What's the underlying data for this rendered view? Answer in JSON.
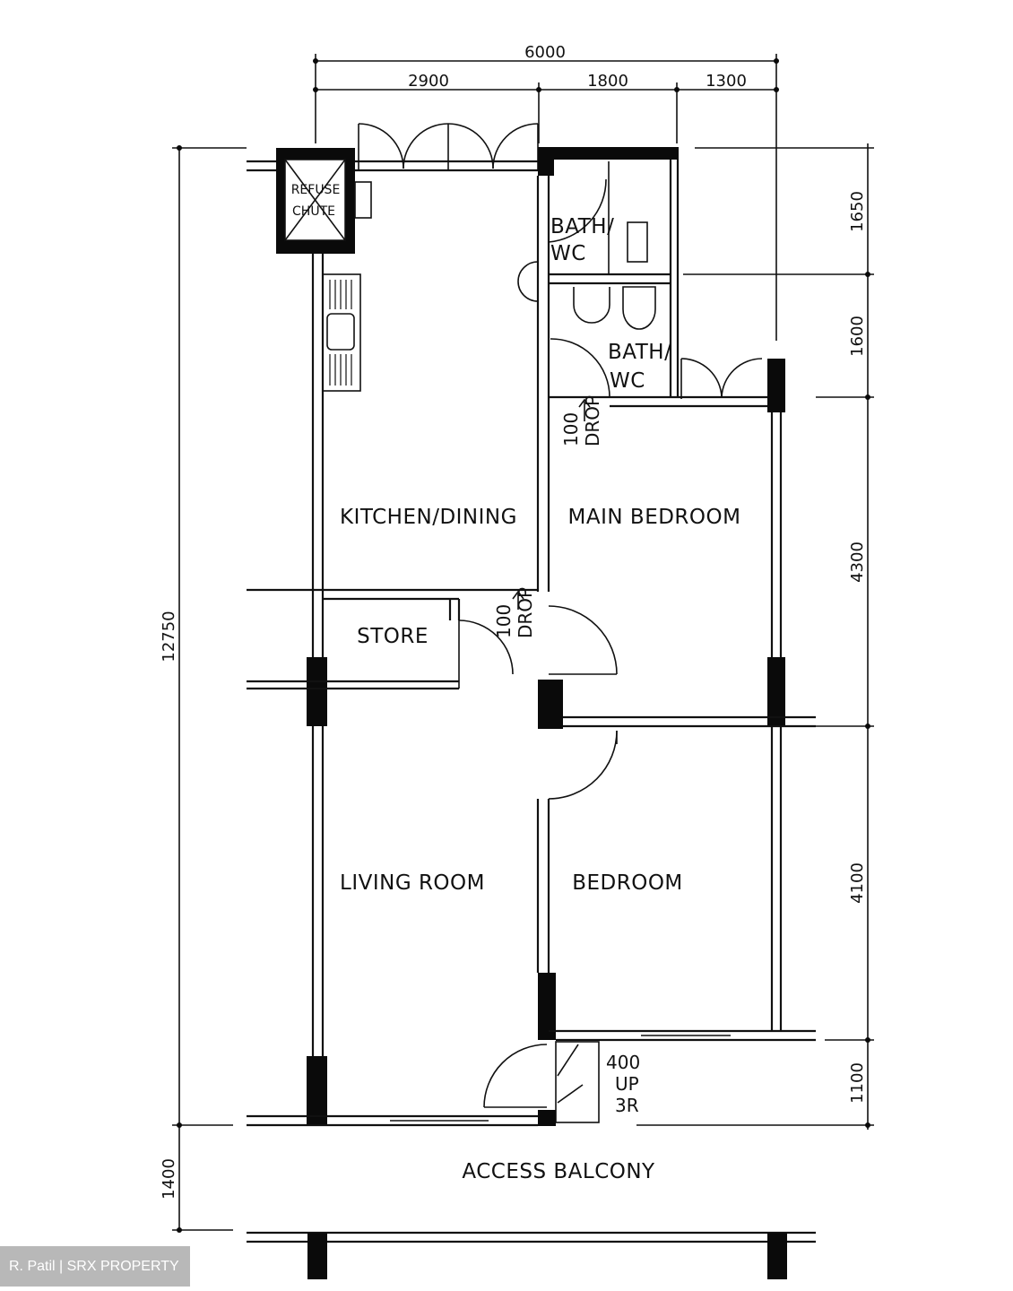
{
  "rooms": {
    "refuse_chute_line1": "REFUSE",
    "refuse_chute_line2": "CHUTE",
    "bath_wc_1_line1": "BATH/",
    "bath_wc_1_line2": "WC",
    "bath_wc_2_line1": "BATH/",
    "bath_wc_2_line2": "WC",
    "kitchen_dining": "KITCHEN/DINING",
    "main_bedroom": "MAIN  BEDROOM",
    "store": "STORE",
    "living_room": "LIVING  ROOM",
    "bedroom": "BEDROOM",
    "access_balcony": "ACCESS  BALCONY"
  },
  "annotations": {
    "drop_1_value": "100",
    "drop_1_label": "DROP",
    "drop_2_value": "100",
    "drop_2_label": "DROP",
    "step_line1": "400",
    "step_line2": "UP",
    "step_line3": "3R"
  },
  "dimensions": {
    "top_total": "6000",
    "top_segments": [
      "2900",
      "1800",
      "1300"
    ],
    "left_total": "12750",
    "left_balcony": "1400",
    "right_segments": [
      "1650",
      "1600",
      "4300",
      "4100",
      "1100"
    ]
  },
  "watermark": "R. Patil | SRX PROPERTY"
}
